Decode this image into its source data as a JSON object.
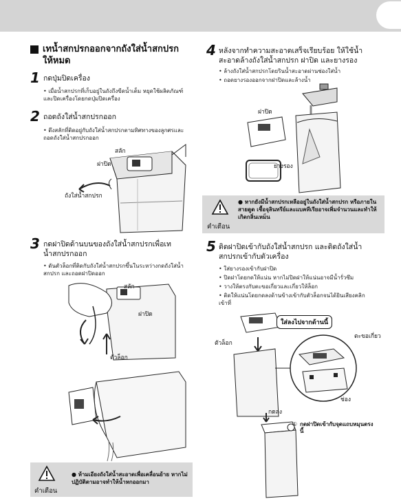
{
  "header": {},
  "section": {
    "title": "เทน้ำสกปรกออกจากถังใส่น้ำสกปรกให้หมด"
  },
  "steps": [
    {
      "num": "1",
      "title": "กดปุ่มปิดเครื่อง",
      "bullets": [
        "เมื่อน้ำสกปรกที่เก็บอยู่ในถังถึงขีดน้ำเต็ม หยุดใช้ผลิตภัณฑ์และปิดเครื่องโดยกดปุ่มปิดเครื่อง"
      ]
    },
    {
      "num": "2",
      "title": "ถอดถังใส่น้ำสกปรกออก",
      "bullets": [
        "ดึงสลักที่ติดอยู่กับถังใส่น้ำสกปรกตามทิศทางของลูกศรและถอดถังใส่น้ำสกปรกออก"
      ],
      "labels": {
        "latch": "สลัก",
        "lid": "ฝาปิด",
        "tank": "ถังใส่น้ำสกปรก"
      }
    },
    {
      "num": "3",
      "title": "กดฝาปิดด้านบนของถังใส่น้ำสกปรกเพื่อเทน้ำสกปรกออก",
      "bullets": [
        "ดันตัวล็อกที่ติดกับถังใส่น้ำสกปรกขึ้นในระหว่างกดถังใส่น้ำสกปรก และถอดฝาปิดออก"
      ],
      "labels": {
        "latch": "สลัก",
        "lid": "ฝาปิด",
        "lock": "ตัวล็อก"
      }
    },
    {
      "num": "4",
      "title": "หลังจากทำความสะอาดเสร็จเรียบร้อย ให้ใช้น้ำสะอาดล้างถังใส่น้ำสกปรก ฝาปิด และยางรอง",
      "bullets": [
        "ล้างถังใส่น้ำสกปรกโดยรินน้ำสะอาดผ่านช่องใส่น้ำ",
        "ถอดยางรองออกจากฝาปิดและล้างน้ำ"
      ],
      "labels": {
        "lid": "ฝาปิด",
        "gasket": "ยางรอง"
      }
    },
    {
      "num": "5",
      "title": "ติดฝาปิดเข้ากับถังใส่น้ำสกปรก และติดถังใส่น้ำสกปรกเข้ากับตัวเครื่อง",
      "bullets": [
        "ใส่ยางรองเข้ากับฝาปิด",
        "ปิดฝาโดยกดให้แน่น หากไม่ปิดฝาให้แน่นอาจมีน้ำรั่วซึม",
        "วางให้ตรงกับตะขอเกี่ยวและเกี่ยวให้ล็อก",
        "ติดให้แน่นโดยกดลงด้านข้างเข้ากับตัวล็อกจนได้ยินเสียงคลิกเข้าที่"
      ],
      "labels": {
        "insert_first": "ใส่ลงไปจากด้านนี้",
        "lock": "ตัวล็อก",
        "hook": "ตะขอเกี่ยว",
        "slot": "ช่อง",
        "press": "กดลง",
        "press_until": "กดฝาปิดเข้ากับจุดแถบหมุนตรงนี้",
        "circle_num": "①"
      }
    }
  ],
  "warnings": [
    {
      "label": "คำเตือน",
      "text": "หากยังมีน้ำสกปรกเหลืออยู่ในถังใส่น้ำสกปรก หรือภายในสายดูด เชื้อจุลินทรีย์และแบคทีเรียอาจเพิ่มจำนวนและทำให้เกิดกลิ่นเหม็น"
    },
    {
      "label": "คำเตือน",
      "text": "ห้ามเอียงถังใส่น้ำสะอาดเพื่อเคลื่อนย้าย หากไม่ปฏิบัติตามอาจทำให้น้ำหกออกมา"
    }
  ]
}
